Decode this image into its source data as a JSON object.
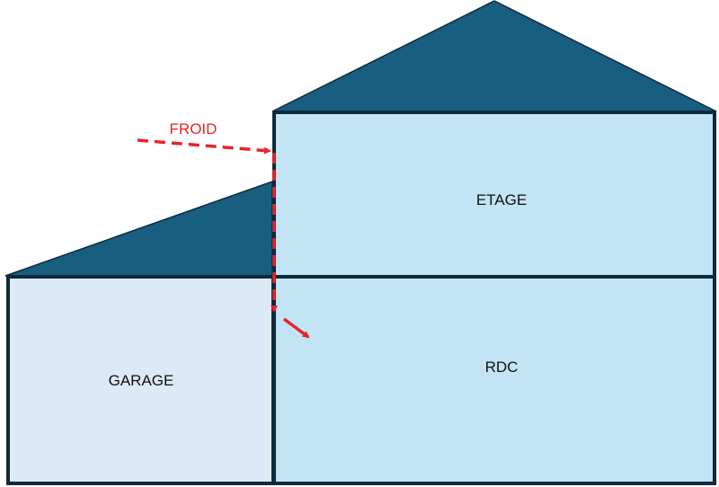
{
  "diagram": {
    "title": "",
    "rooms": {
      "etage": "ETAGE",
      "rdc": "RDC",
      "garage": "GARAGE"
    },
    "annotation": {
      "label": "FROID",
      "meaning": "cold-air-flow"
    },
    "colors": {
      "roof": "#175e80",
      "outline": "#0e2a3c",
      "house_fill": "#c2e4f4",
      "garage_fill": "#dce9f6",
      "arrow": "#e8232a",
      "background": "#ffffff"
    }
  }
}
